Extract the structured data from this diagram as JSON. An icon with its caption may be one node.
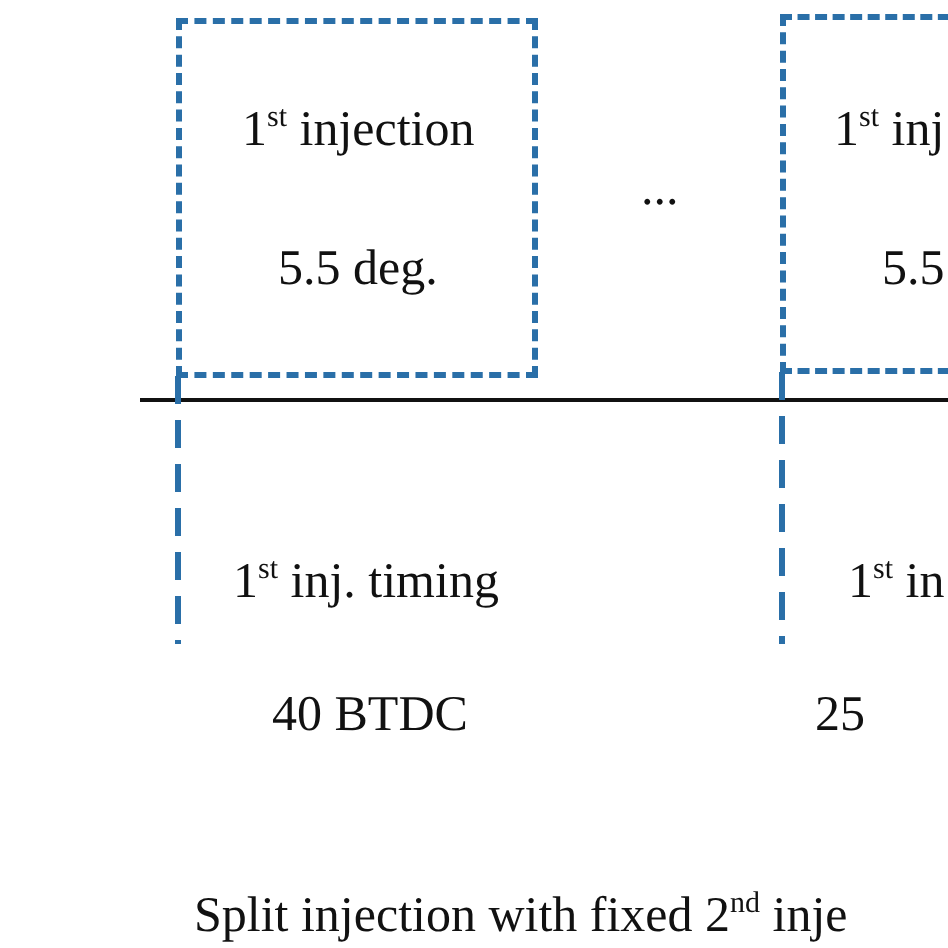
{
  "diagram": {
    "caption": "Split injection with fixed 2$^{nd}$ inje",
    "nodes": [
      {
        "text": [
          "1$^{st}$ injection",
          "5.5 deg."
        ]
      },
      {
        "text": [
          "1$^{st}$ inj",
          "5.5"
        ]
      }
    ],
    "edges": [],
    "labels": [
      "...",
      "1$^{st}$ inj. timing",
      "40 BTDC",
      "1$^{st}$ in",
      "25"
    ]
  }
}
